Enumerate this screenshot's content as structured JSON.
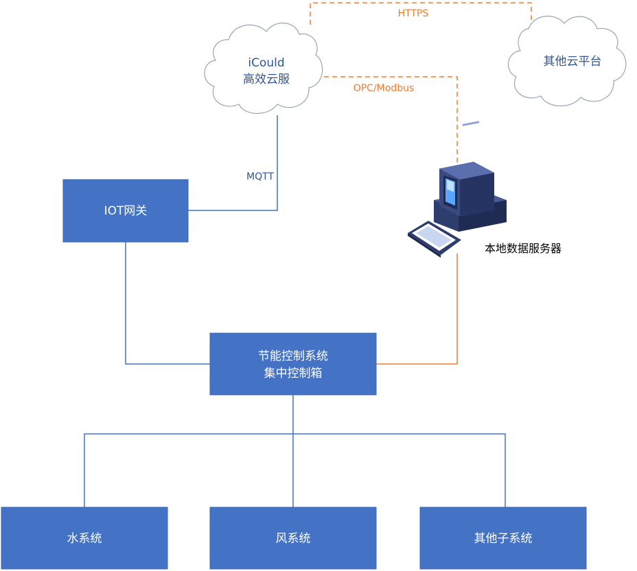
{
  "colors": {
    "box_fill": "#4472c4",
    "blue_line": "#4472c4",
    "orange_line": "#ed7d31",
    "cloud_text": "#2f5597"
  },
  "clouds": {
    "icloud": {
      "line1": "iCould",
      "line2": "高效云服"
    },
    "other": {
      "label": "其他云平台"
    }
  },
  "boxes": {
    "iot_gateway": {
      "label": "IOT网关"
    },
    "control_box": {
      "line1": "节能控制系统",
      "line2": "集中控制箱"
    },
    "water": {
      "label": "水系统"
    },
    "air": {
      "label": "风系统"
    },
    "other_sub": {
      "label": "其他子系统"
    }
  },
  "server": {
    "label": "本地数据服务器",
    "icon": "computer-icon"
  },
  "connections": {
    "https": "HTTPS",
    "opc": "OPC/Modbus",
    "mqtt": "MQTT"
  }
}
